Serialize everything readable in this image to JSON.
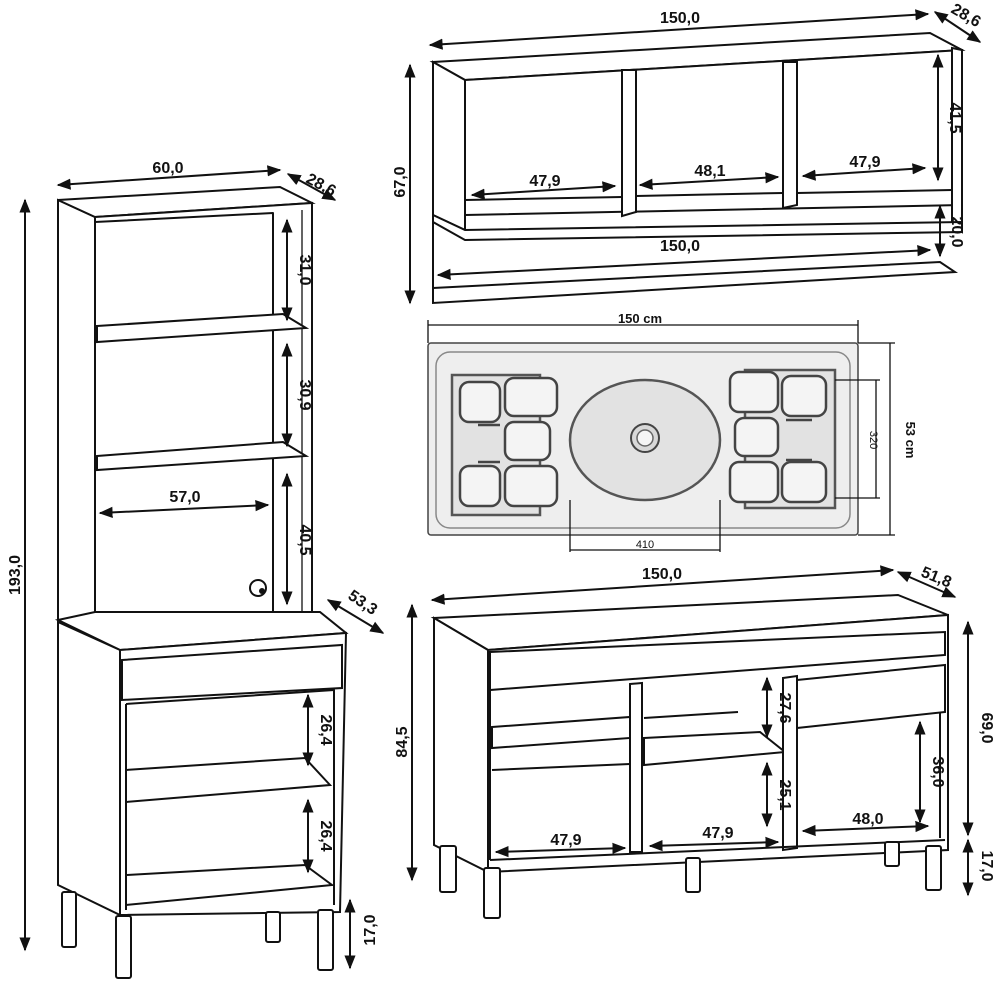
{
  "tall_cabinet": {
    "width": "60,0",
    "depth": "28,6",
    "height": "193,0",
    "shelf_1_height": "31,0",
    "shelf_2_height": "30,9",
    "inner_width": "57,0",
    "niche_height": "40,5",
    "base_depth": "53,3",
    "lower_shelf_1_height": "26,4",
    "lower_shelf_2_height": "26,4",
    "leg_height": "17,0"
  },
  "wall_cabinet": {
    "width": "150,0",
    "depth": "28,6",
    "height": "67,0",
    "compartment_1_width": "47,9",
    "compartment_2_width": "48,1",
    "compartment_3_width": "47,9",
    "compartment_height": "41,5",
    "shelf_width": "150,0",
    "shelf_height": "20,0"
  },
  "sink": {
    "width": "150 cm",
    "depth": "53 cm",
    "bowl_depth": "320",
    "bowl_width": "410"
  },
  "base_cabinet": {
    "width": "150,0",
    "depth": "51,8",
    "height": "84,5",
    "compartment_1_width": "47,9",
    "compartment_2_width": "47,9",
    "compartment_3_width": "48,0",
    "upper_shelf_height": "27,6",
    "lower_shelf_height": "25,1",
    "right_shelf_height": "36,0",
    "body_height": "69,0",
    "leg_height": "17,0"
  }
}
